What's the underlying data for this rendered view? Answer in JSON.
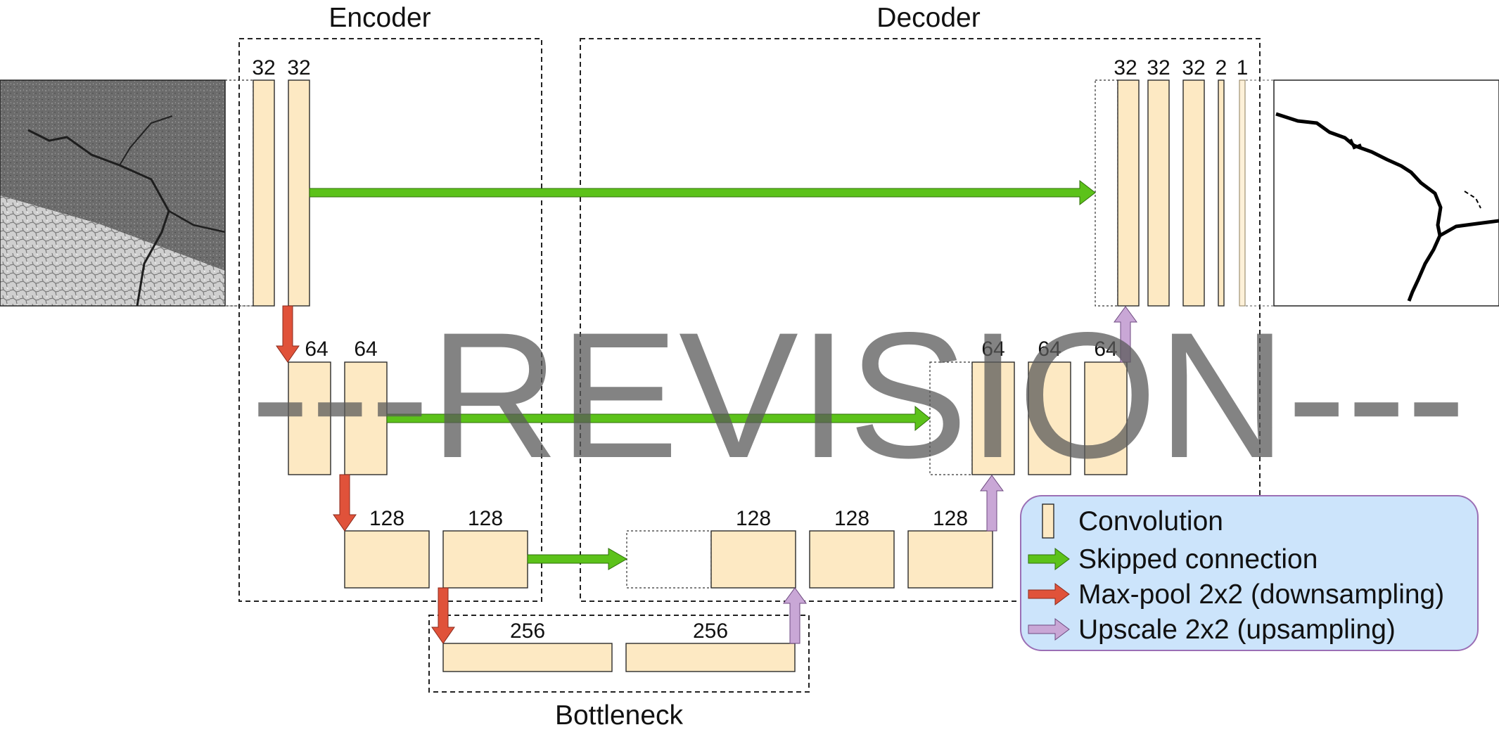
{
  "groups": {
    "encoder": "Encoder",
    "decoder": "Decoder",
    "bottleneck": "Bottleneck"
  },
  "encoder": {
    "level1": [
      "32",
      "32"
    ],
    "level2": [
      "64",
      "64"
    ],
    "level3": [
      "128",
      "128"
    ]
  },
  "bottleneck": {
    "channels": [
      "256",
      "256"
    ]
  },
  "decoder": {
    "level1": [
      "32",
      "32",
      "32",
      "2",
      "1"
    ],
    "level2": [
      "64",
      "64",
      "64"
    ],
    "level3": [
      "128",
      "128",
      "128"
    ]
  },
  "legend": {
    "convolution": "Convolution",
    "skip": "Skipped connection",
    "maxpool": "Max-pool 2x2 (downsampling)",
    "upscale": "Upscale 2x2 (upsampling)"
  },
  "watermark": "---REVISION---",
  "colors": {
    "conv_fill": "#fde9c3",
    "skip_arrow": "#5cc21a",
    "maxpool_arrow": "#e0523a",
    "upscale_arrow": "#c9a7d6",
    "legend_background": "#cce4fb",
    "legend_border": "#9b6fb5"
  },
  "images": {
    "input": "pavement-photo",
    "output": "crack-segmentation-mask"
  }
}
